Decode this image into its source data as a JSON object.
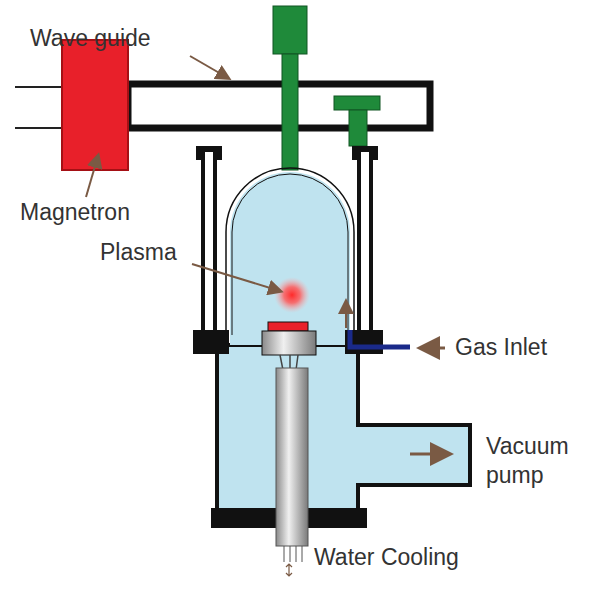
{
  "diagram": {
    "labels": [
      "Wave guide",
      "Magnetron",
      "Plasma",
      "Gas Inlet",
      "Vacuum pump",
      "Water Cooling"
    ]
  }
}
